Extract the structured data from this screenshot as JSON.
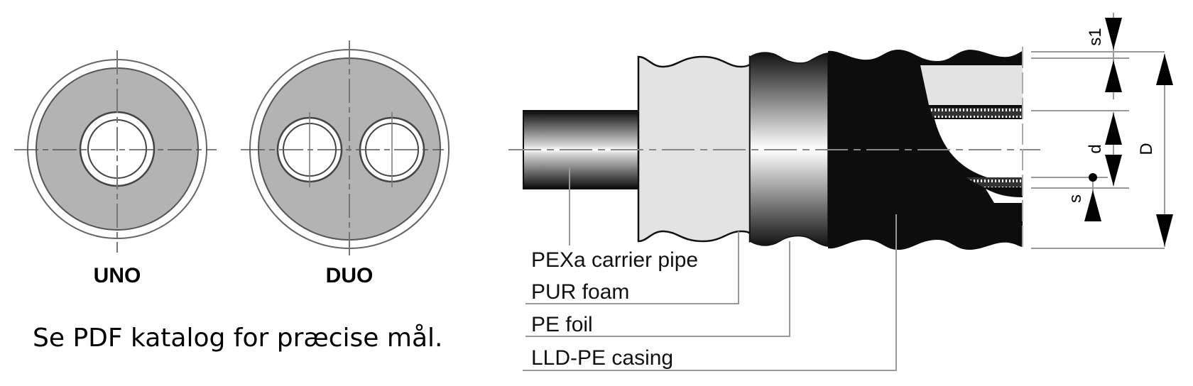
{
  "sections": {
    "uno": {
      "label": "UNO"
    },
    "duo": {
      "label": "DUO"
    }
  },
  "note": "Se PDF katalog for præcise mål.",
  "layers": [
    {
      "label": "PEXa carrier pipe"
    },
    {
      "label": "PUR foam"
    },
    {
      "label": "PE foil"
    },
    {
      "label": "LLD-PE casing"
    }
  ],
  "dimensions": {
    "s1": "s1",
    "d": "d",
    "s": "s",
    "D": "D"
  },
  "colors": {
    "foam": "#b3b3b3",
    "foam_light": "#e3e3e3",
    "casing": "#0d0d0d",
    "line": "#888888"
  }
}
